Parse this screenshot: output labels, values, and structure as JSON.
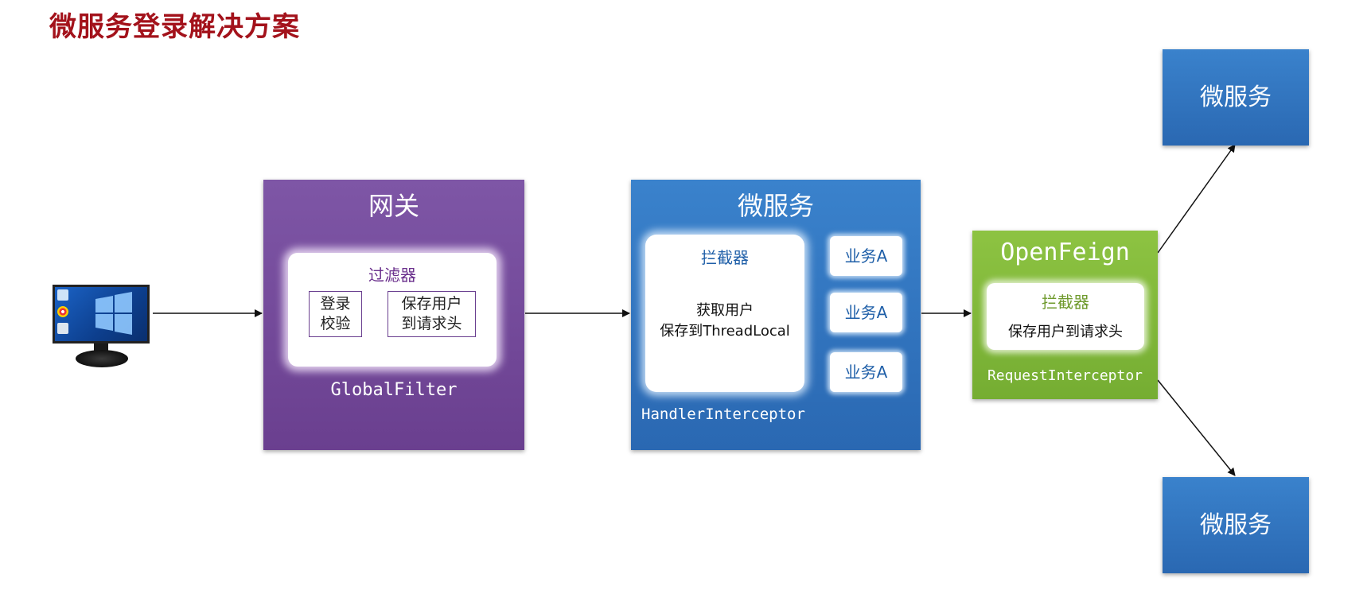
{
  "title": "微服务登录解决方案",
  "gateway": {
    "title": "网关",
    "filter_title": "过滤器",
    "login_check_line1": "登录",
    "login_check_line2": "校验",
    "save_user_line1": "保存用户",
    "save_user_line2": "到请求头",
    "footer": "GlobalFilter"
  },
  "microservice": {
    "title": "微服务",
    "interceptor_title": "拦截器",
    "interceptor_line1": "获取用户",
    "interceptor_line2": "保存到ThreadLocal",
    "business": [
      "业务A",
      "业务A",
      "业务A"
    ],
    "footer": "HandlerInterceptor"
  },
  "openfeign": {
    "title": "OpenFeign",
    "interceptor_title": "拦截器",
    "interceptor_text": "保存用户到请求头",
    "footer": "RequestInterceptor"
  },
  "downstream": {
    "top_label": "微服务",
    "bottom_label": "微服务"
  },
  "colors": {
    "title": "#a3121b",
    "gateway": "#7e56a6",
    "microservice": "#3a82cc",
    "openfeign": "#8dc342"
  },
  "icons": [
    "computer-monitor-icon",
    "windows-logo-icon"
  ]
}
